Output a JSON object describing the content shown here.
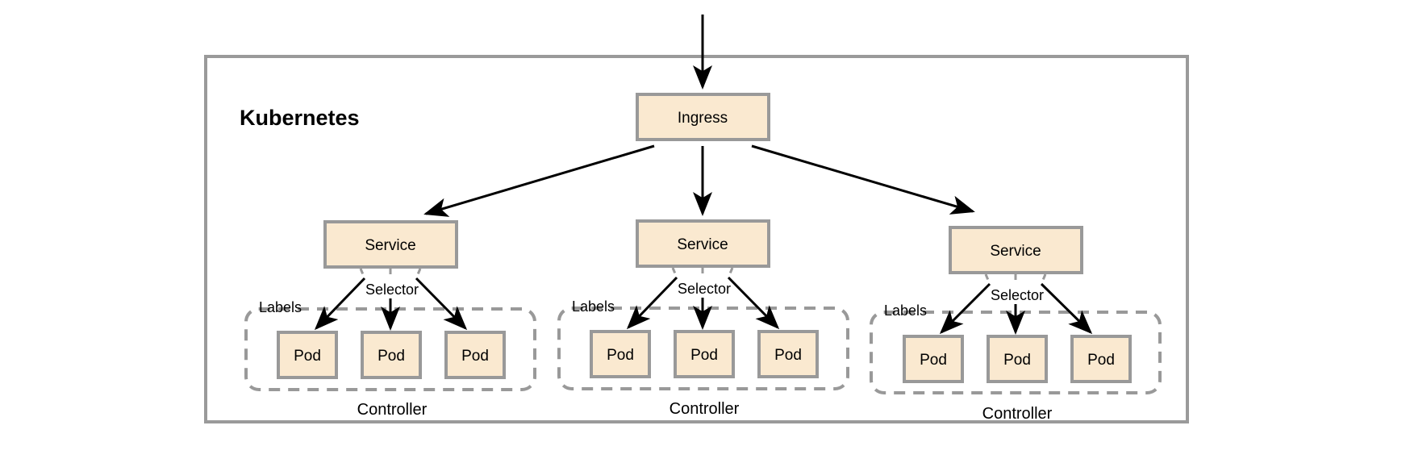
{
  "diagram": {
    "title": "Kubernetes",
    "cluster_label": "Kubernetes",
    "ingress": {
      "label": "Ingress"
    },
    "colors": {
      "node_fill": "#fae9d0",
      "node_border": "#999999",
      "cluster_border": "#9a9a9a",
      "arrow": "#000000",
      "dashed_border": "#999999",
      "text": "#000000",
      "background": "#ffffff"
    },
    "annotations": {
      "labels": "Labels",
      "selector": "Selector",
      "controller": "Controller"
    },
    "groups": [
      {
        "service": {
          "label": "Service"
        },
        "controller_label": "Controller",
        "labels_label": "Labels",
        "selector_label": "Selector",
        "pods": [
          {
            "label": "Pod"
          },
          {
            "label": "Pod"
          },
          {
            "label": "Pod"
          }
        ]
      },
      {
        "service": {
          "label": "Service"
        },
        "controller_label": "Controller",
        "labels_label": "Labels",
        "selector_label": "Selector",
        "pods": [
          {
            "label": "Pod"
          },
          {
            "label": "Pod"
          },
          {
            "label": "Pod"
          }
        ]
      },
      {
        "service": {
          "label": "Service"
        },
        "controller_label": "Controller",
        "labels_label": "Labels",
        "selector_label": "Selector",
        "pods": [
          {
            "label": "Pod"
          },
          {
            "label": "Pod"
          },
          {
            "label": "Pod"
          }
        ]
      }
    ]
  }
}
